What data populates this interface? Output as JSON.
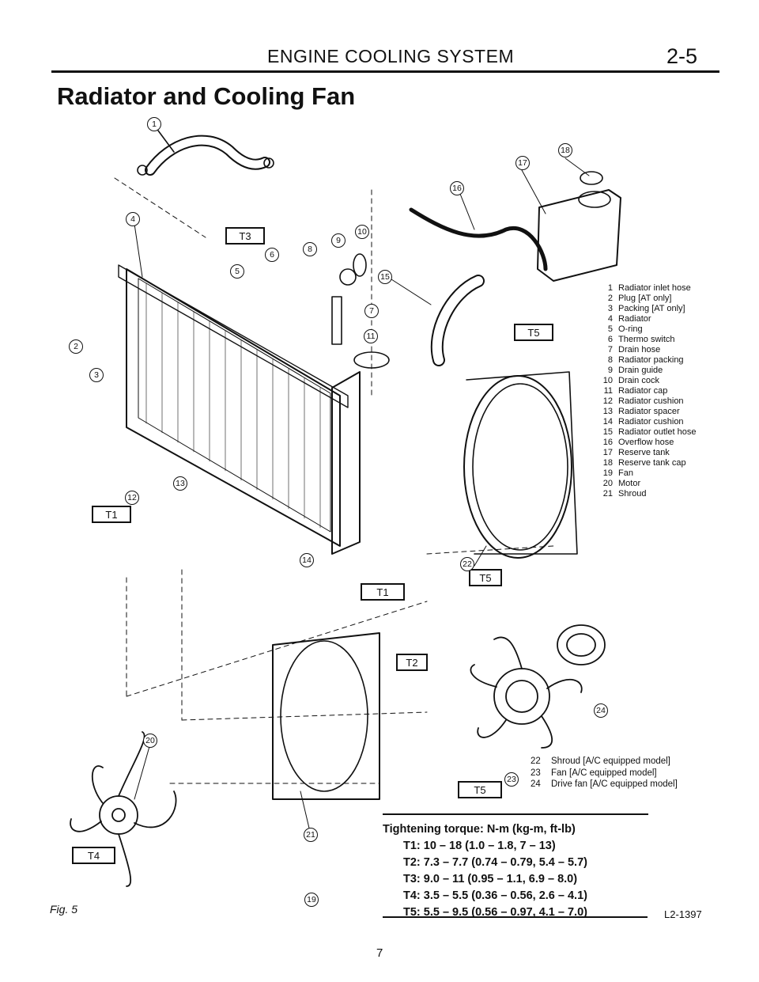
{
  "header": {
    "title": "ENGINE COOLING SYSTEM",
    "page": "2-5"
  },
  "section_title": "Radiator and Cooling Fan",
  "legend": [
    {
      "num": "1",
      "text": "Radiator inlet hose"
    },
    {
      "num": "2",
      "text": "Plug [AT only]"
    },
    {
      "num": "3",
      "text": "Packing [AT only]"
    },
    {
      "num": "4",
      "text": "Radiator"
    },
    {
      "num": "5",
      "text": "O-ring"
    },
    {
      "num": "6",
      "text": "Thermo switch"
    },
    {
      "num": "7",
      "text": "Drain hose"
    },
    {
      "num": "8",
      "text": "Radiator packing"
    },
    {
      "num": "9",
      "text": "Drain guide"
    },
    {
      "num": "10",
      "text": "Drain cock"
    },
    {
      "num": "11",
      "text": "Radiator cap"
    },
    {
      "num": "12",
      "text": "Radiator cushion"
    },
    {
      "num": "13",
      "text": "Radiator spacer"
    },
    {
      "num": "14",
      "text": "Radiator cushion"
    },
    {
      "num": "15",
      "text": "Radiator outlet hose"
    },
    {
      "num": "16",
      "text": "Overflow hose"
    },
    {
      "num": "17",
      "text": "Reserve tank"
    },
    {
      "num": "18",
      "text": "Reserve tank cap"
    },
    {
      "num": "19",
      "text": "Fan"
    },
    {
      "num": "20",
      "text": "Motor"
    },
    {
      "num": "21",
      "text": "Shroud"
    }
  ],
  "legend_ac": [
    {
      "num": "22",
      "text": "Shroud [A/C equipped model]"
    },
    {
      "num": "23",
      "text": "Fan [A/C equipped model]"
    },
    {
      "num": "24",
      "text": "Drive fan [A/C equipped model]"
    }
  ],
  "torque": {
    "title": "Tightening torque: N-m (kg-m, ft-lb)",
    "rows": [
      "T1: 10 – 18 (1.0 – 1.8, 7 – 13)",
      "T2: 7.3 – 7.7 (0.74 – 0.79, 5.4 – 5.7)",
      "T3: 9.0 – 11 (0.95 – 1.1, 6.9 – 8.0)",
      "T4: 3.5 – 5.5 (0.36 – 0.56, 2.6 – 4.1)",
      "T5: 5.5 – 9.5 (0.56 – 0.97, 4.1 – 7.0)"
    ]
  },
  "torque_boxes": [
    "T3",
    "T5",
    "T1",
    "T1",
    "T5",
    "T2",
    "T4",
    "T5"
  ],
  "callouts": [
    "1",
    "2",
    "3",
    "4",
    "5",
    "6",
    "7",
    "8",
    "9",
    "10",
    "11",
    "12",
    "13",
    "14",
    "15",
    "16",
    "17",
    "18",
    "19",
    "20",
    "21",
    "22",
    "23",
    "24"
  ],
  "figure_label": "Fig. 5",
  "drawing_code": "L2-1397",
  "page_number": "7"
}
